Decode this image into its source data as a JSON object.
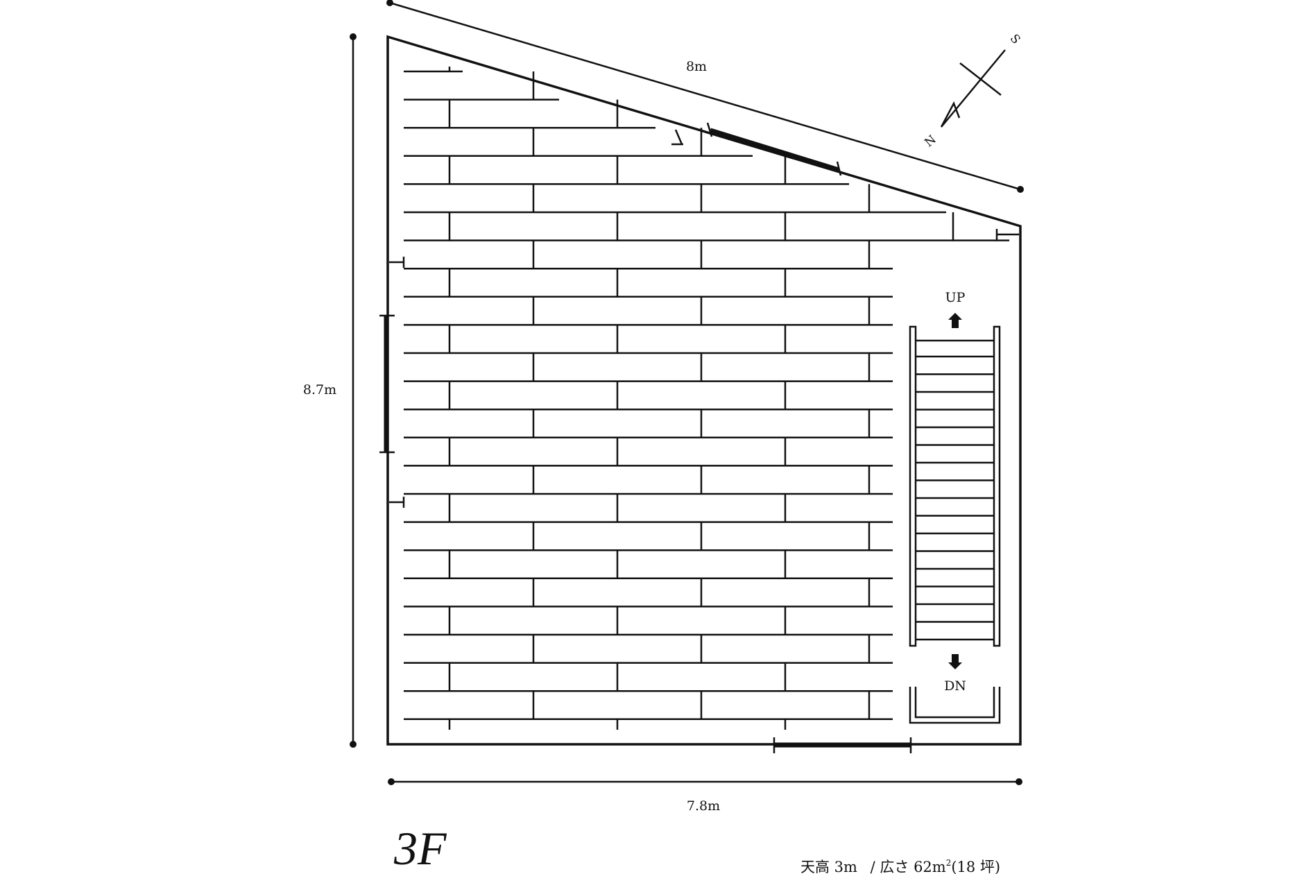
{
  "floor_label": "3F",
  "dimensions": {
    "top": "8m",
    "left": "8.7m",
    "bottom": "7.8m"
  },
  "compass": {
    "north": "N",
    "south": "S"
  },
  "stairs": {
    "up_label": "UP",
    "down_label": "DN"
  },
  "info": {
    "ceiling_height": "天高 3m",
    "area": "/ 広さ 62m",
    "area_superscript": "2",
    "tsubo": "(18 坪)"
  }
}
